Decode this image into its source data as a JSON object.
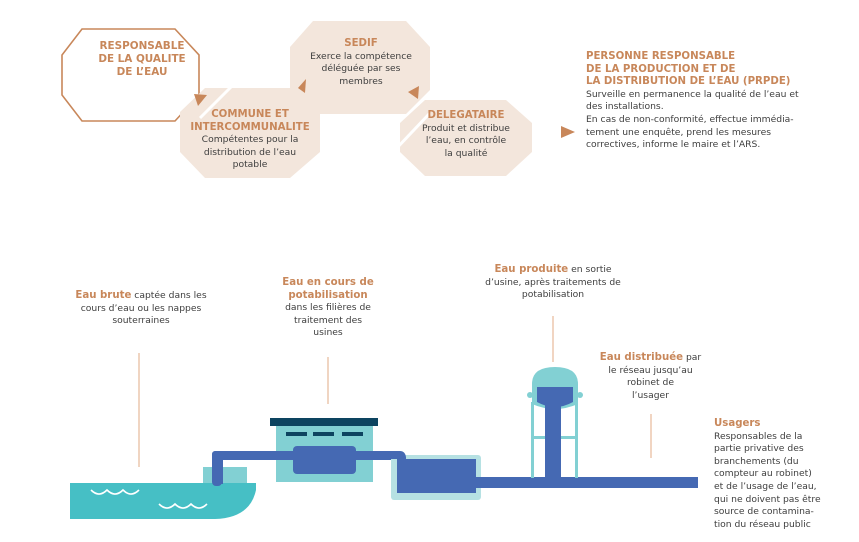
{
  "colors": {
    "accent": "#c8875a",
    "hexagon_fill": "#f3e6dc",
    "text": "#3e3e3e",
    "water_teal": "#46bfc5",
    "light_teal": "#82d0d3",
    "pale_teal": "#b6e1e3",
    "pipe_blue": "#4569b3",
    "roof_navy": "#0d4460"
  },
  "governance": {
    "responsable": {
      "title": "RESPONSABLE DE LA QUALITE DE L’EAU",
      "lines": [
        "RESPONSABLE",
        "DE LA QUALITE",
        "DE L’EAU"
      ]
    },
    "commune": {
      "title_lines": [
        "COMMUNE ET",
        "INTERCOMMUNALITE"
      ],
      "desc_lines": [
        "Compétentes pour la",
        "distribution de l’eau",
        "potable"
      ]
    },
    "sedif": {
      "title": "SEDIF",
      "desc_lines": [
        "Exerce la compétence",
        "déléguée par ses",
        "membres"
      ]
    },
    "delegataire": {
      "title": "DELEGATAIRE",
      "desc_lines": [
        "Produit et distribue",
        "l’eau, en contrôle",
        "la qualité"
      ]
    },
    "prpde": {
      "title_lines": [
        "PERSONNE RESPONSABLE",
        "DE LA PRODUCTION ET DE",
        "LA DISTRIBUTION DE L’EAU (PRPDE)"
      ],
      "desc_lines": [
        "Surveille en permanence la qualité de l’eau et",
        "des installations.",
        "En cas de non-conformité, effectue immédia-",
        "tement une enquête, prend les mesures",
        "correctives, informe le maire et l’ARS."
      ]
    }
  },
  "process": {
    "eau_brute": {
      "title": "Eau brute",
      "desc_first": " captée dans les",
      "desc_lines": [
        "cours d’eau ou les nappes",
        "souterraines"
      ]
    },
    "potabilisation": {
      "title_lines": [
        "Eau en cours de",
        "potabilisation"
      ],
      "desc_lines": [
        "dans les filières de",
        "traitement des",
        "usines"
      ]
    },
    "eau_produite": {
      "title": "Eau produite",
      "desc_first": " en sortie",
      "desc_lines": [
        "d’usine, après traitements de",
        "potabilisation"
      ]
    },
    "eau_distribuee": {
      "title": "Eau distribuée",
      "desc_first": " par",
      "desc_lines": [
        "le réseau jusqu’au",
        "robinet de",
        "l’usager"
      ]
    },
    "usagers": {
      "title": "Usagers",
      "desc_lines": [
        "Responsables de la",
        "partie privative des",
        "branchements (du",
        "compteur au robinet)",
        "et de l’usage de l’eau,",
        "qui ne doivent pas être",
        "source de contamina-",
        "tion du réseau public"
      ]
    }
  }
}
